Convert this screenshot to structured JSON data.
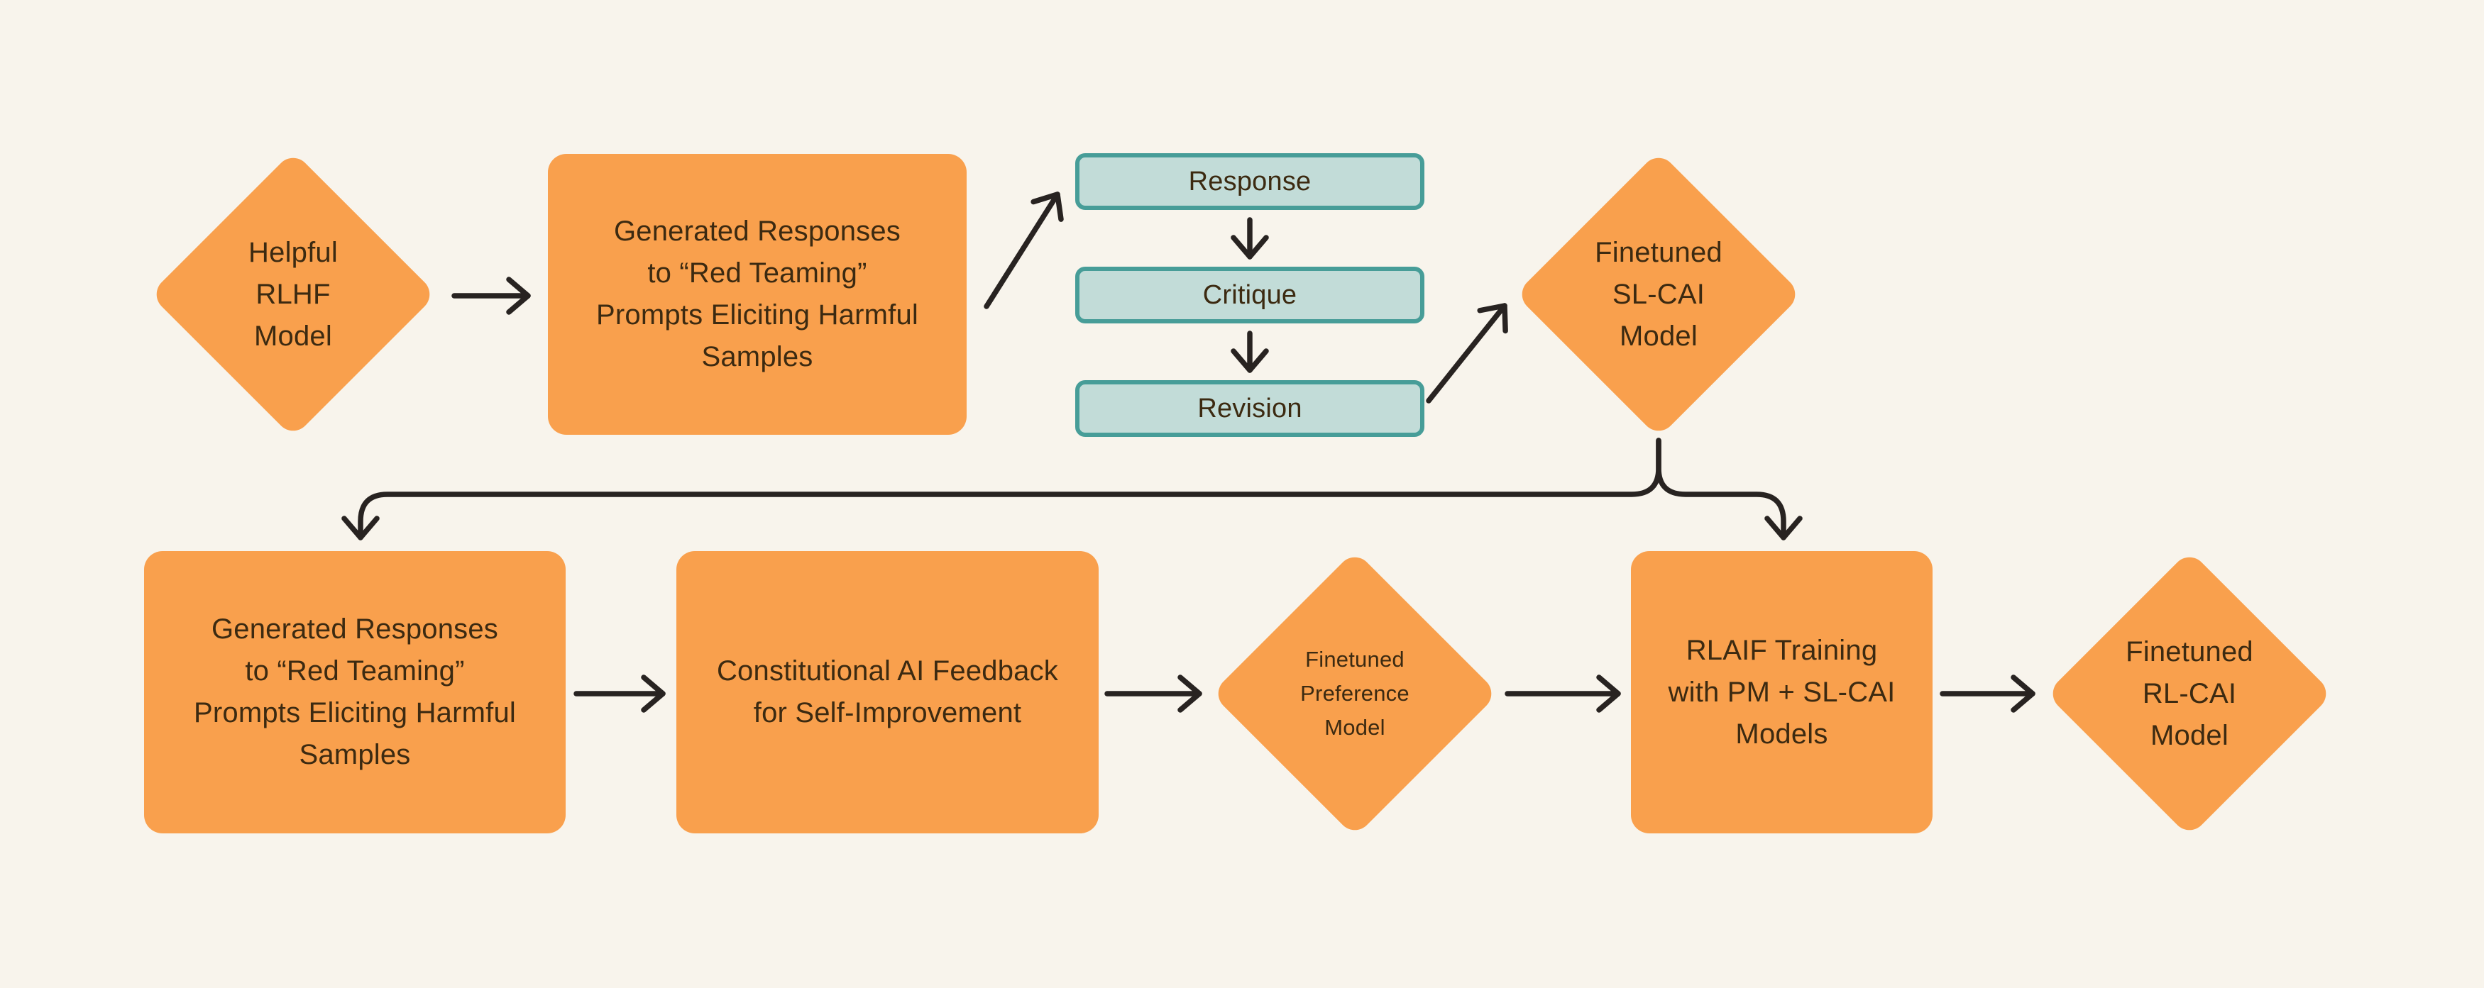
{
  "canvas": {
    "bg": "#F8F4EC"
  },
  "palette": {
    "node_orange": "#F9A04D",
    "teal_fill": "#C2DCD8",
    "teal_border": "#479D98",
    "arrow": "#282321",
    "text": "#3C2A11"
  },
  "nodes": {
    "helpful_rlhf_model": {
      "shape": "diamond",
      "label": "Helpful\nRLHF\nModel"
    },
    "generated_responses_top": {
      "shape": "rect",
      "label": "Generated Responses\nto “Red Teaming”\nPrompts Eliciting Harmful\nSamples"
    },
    "response": {
      "shape": "teal-rect",
      "label": "Response"
    },
    "critique": {
      "shape": "teal-rect",
      "label": "Critique"
    },
    "revision": {
      "shape": "teal-rect",
      "label": "Revision"
    },
    "finetuned_sl_cai_model": {
      "shape": "diamond",
      "label": "Finetuned\nSL-CAI\nModel"
    },
    "generated_responses_bottom": {
      "shape": "rect",
      "label": "Generated Responses\nto “Red Teaming”\nPrompts Eliciting Harmful\nSamples"
    },
    "constitutional_ai_feedback": {
      "shape": "rect",
      "label": "Constitutional AI Feedback\nfor Self-Improvement"
    },
    "finetuned_preference_model": {
      "shape": "diamond",
      "label": "Finetuned\nPreference\nModel"
    },
    "rlaif_training": {
      "shape": "rect",
      "label": "RLAIF Training\nwith PM + SL-CAI\nModels"
    },
    "finetuned_rl_cai_model": {
      "shape": "diamond",
      "label": "Finetuned\nRL-CAI\nModel"
    }
  }
}
